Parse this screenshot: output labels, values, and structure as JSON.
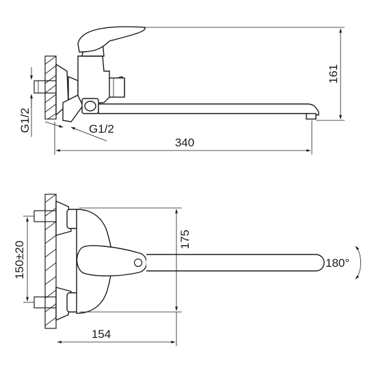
{
  "drawing": {
    "dimensions": {
      "top_height": "161",
      "top_length": "340",
      "thread_vertical": "G1/2",
      "thread_diag": "G1/2",
      "side_height": "175",
      "centers": "150±20",
      "depth": "154",
      "rotation": "180°"
    },
    "colors": {
      "line": "#1a1a1a",
      "background": "#ffffff"
    }
  }
}
